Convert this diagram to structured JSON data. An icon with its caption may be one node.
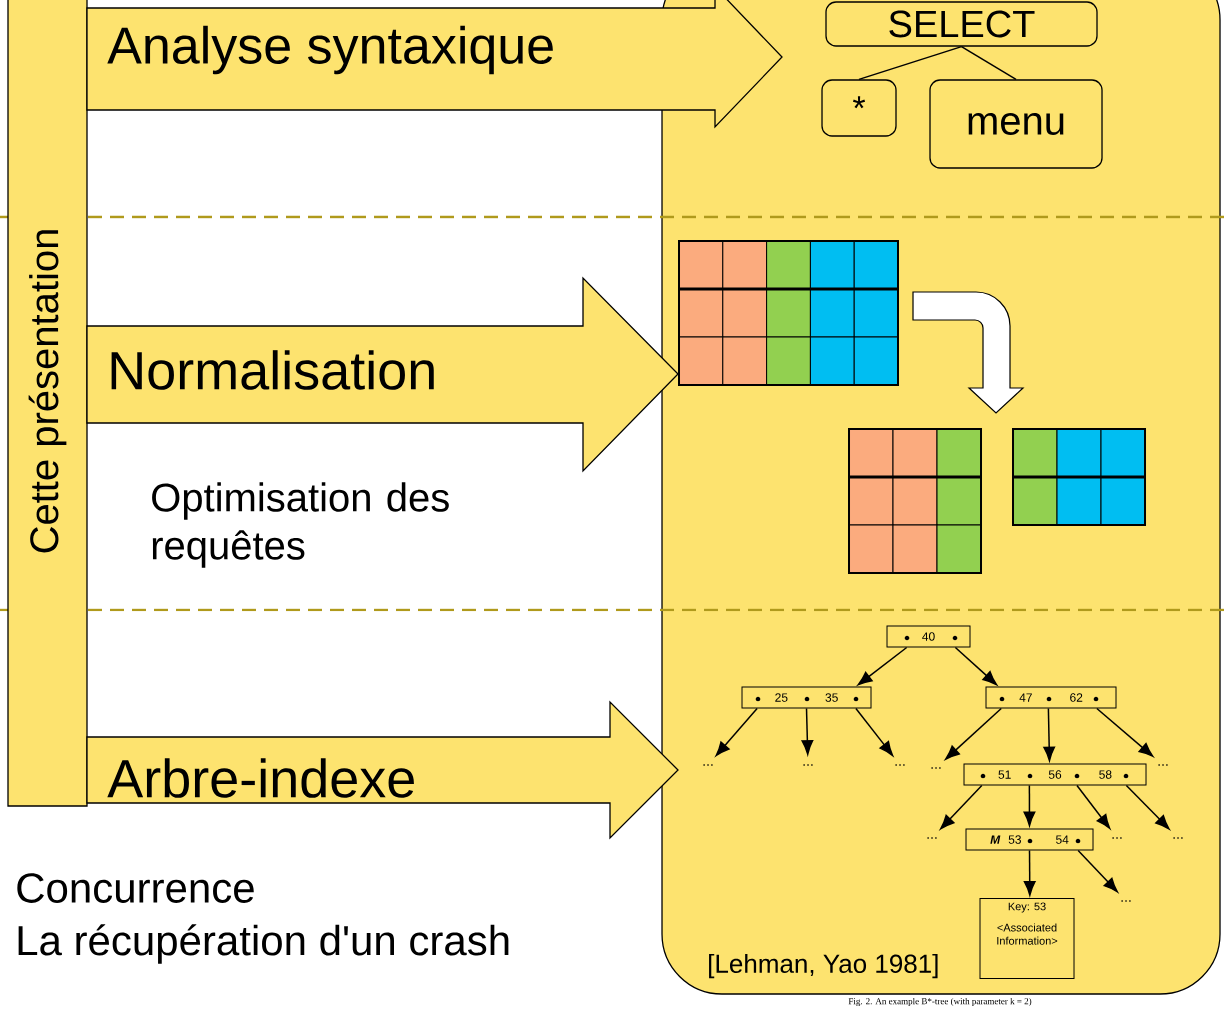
{
  "diagram": {
    "nodes": [
      {
        "text": [
          "Cette présentation"
        ]
      },
      {
        "text": [
          "[Lehman, Yao 1981]"
        ]
      },
      {
        "text": [
          "Analyse syntaxique"
        ]
      },
      {
        "text": [
          "SELECT"
        ],
        "in": 1
      },
      {
        "text": [
          "*"
        ],
        "in": 1
      },
      {
        "text": [
          "menu"
        ],
        "in": 1
      },
      {
        "text": [
          "Normalisation"
        ]
      },
      {
        "text": [
          "Arbre-indexe"
        ]
      },
      {
        "text": [
          "40"
        ],
        "in": 1
      },
      {
        "text": [
          "25",
          "35"
        ],
        "in": 1
      },
      {
        "text": [
          "47",
          "62"
        ],
        "in": 1
      },
      {
        "text": [
          "..."
        ],
        "in": 1
      },
      {
        "text": [
          "..."
        ],
        "in": 1
      },
      {
        "text": [
          "..."
        ],
        "in": 1
      },
      {
        "text": [
          "..."
        ],
        "in": 1
      },
      {
        "text": [
          "51",
          "56",
          "58"
        ],
        "in": 1
      },
      {
        "text": [
          "..."
        ],
        "in": 1
      },
      {
        "text": [
          "..."
        ],
        "in": 1
      },
      {
        "text": [
          "M",
          "53",
          "54"
        ],
        "in": 1
      },
      {
        "text": [
          "..."
        ],
        "in": 1
      },
      {
        "text": [
          "..."
        ],
        "in": 1
      },
      {
        "text": [
          "..."
        ],
        "in": 1
      },
      {
        "text": [
          "Key: 53",
          "<Associated Information>"
        ],
        "in": 1
      }
    ],
    "edges": [
      {
        "from": 3,
        "to": 4,
        "arrow": "none"
      },
      {
        "from": 3,
        "to": 5,
        "arrow": "none"
      },
      {
        "from": 8,
        "to": 9,
        "arrow": "to"
      },
      {
        "from": 8,
        "to": 10,
        "arrow": "to"
      },
      {
        "from": 9,
        "to": 11,
        "arrow": "to"
      },
      {
        "from": 9,
        "to": 12,
        "arrow": "to"
      },
      {
        "from": 9,
        "to": 13,
        "arrow": "to"
      },
      {
        "from": 10,
        "to": 14,
        "arrow": "to"
      },
      {
        "from": 10,
        "to": 15,
        "arrow": "to"
      },
      {
        "from": 10,
        "to": 16,
        "arrow": "to"
      },
      {
        "from": 15,
        "to": 17,
        "arrow": "to"
      },
      {
        "from": 15,
        "to": 18,
        "arrow": "to"
      },
      {
        "from": 15,
        "to": 19,
        "arrow": "to"
      },
      {
        "from": 15,
        "to": 20,
        "arrow": "to"
      },
      {
        "from": 18,
        "to": 22,
        "arrow": "to"
      },
      {
        "from": 18,
        "to": 21,
        "arrow": "to"
      }
    ],
    "labels": [
      "Optimisation des requêtes",
      "Concurrence",
      "La récupération d'un crash",
      "Fig. 2. An example B*-tree (with parameter k = 2)"
    ]
  }
}
